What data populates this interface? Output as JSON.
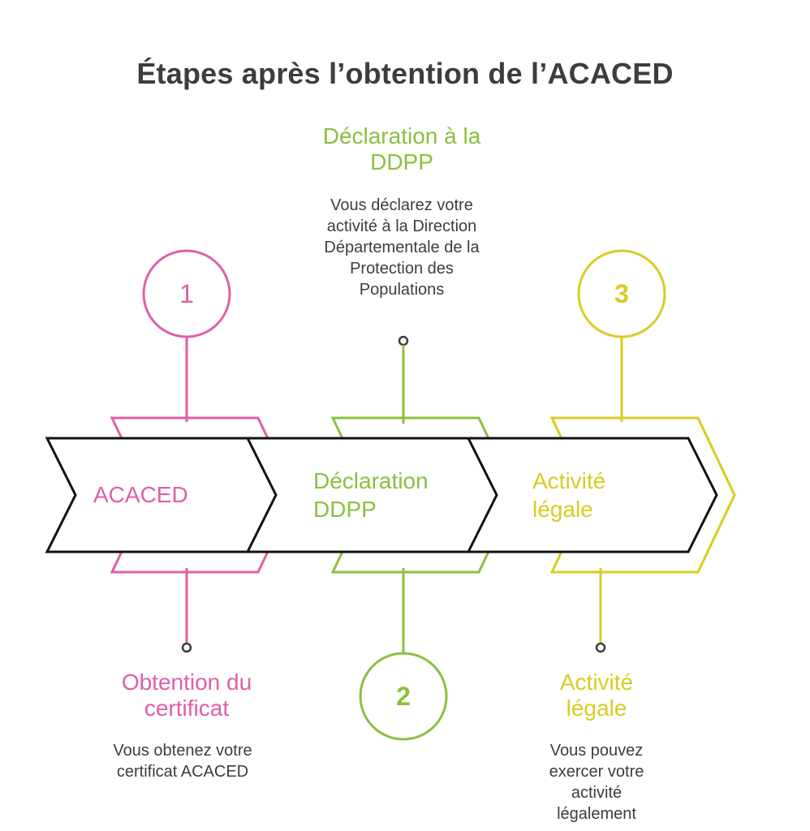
{
  "title": "Étapes après l’obtention de l’ACACED",
  "colors": {
    "pink": "#e05ea7",
    "green": "#8cbf3f",
    "yellow": "#d8cc22",
    "outline": "#111111",
    "text": "#3d3d3d"
  },
  "steps": [
    {
      "number": "1",
      "arrow_label": "ACACED",
      "title": "Obtention du certificat",
      "description": "Vous obtenez votre certificat ACACED"
    },
    {
      "number": "2",
      "arrow_label": "Déclaration DDPP",
      "title": "Déclaration à la DDPP",
      "description": "Vous déclarez votre activité à la Direction Départementale de la Protection des Populations"
    },
    {
      "number": "3",
      "arrow_label": "Activité légale",
      "title": "Activité légale",
      "description": "Vous pouvez exercer votre activité légalement"
    }
  ]
}
